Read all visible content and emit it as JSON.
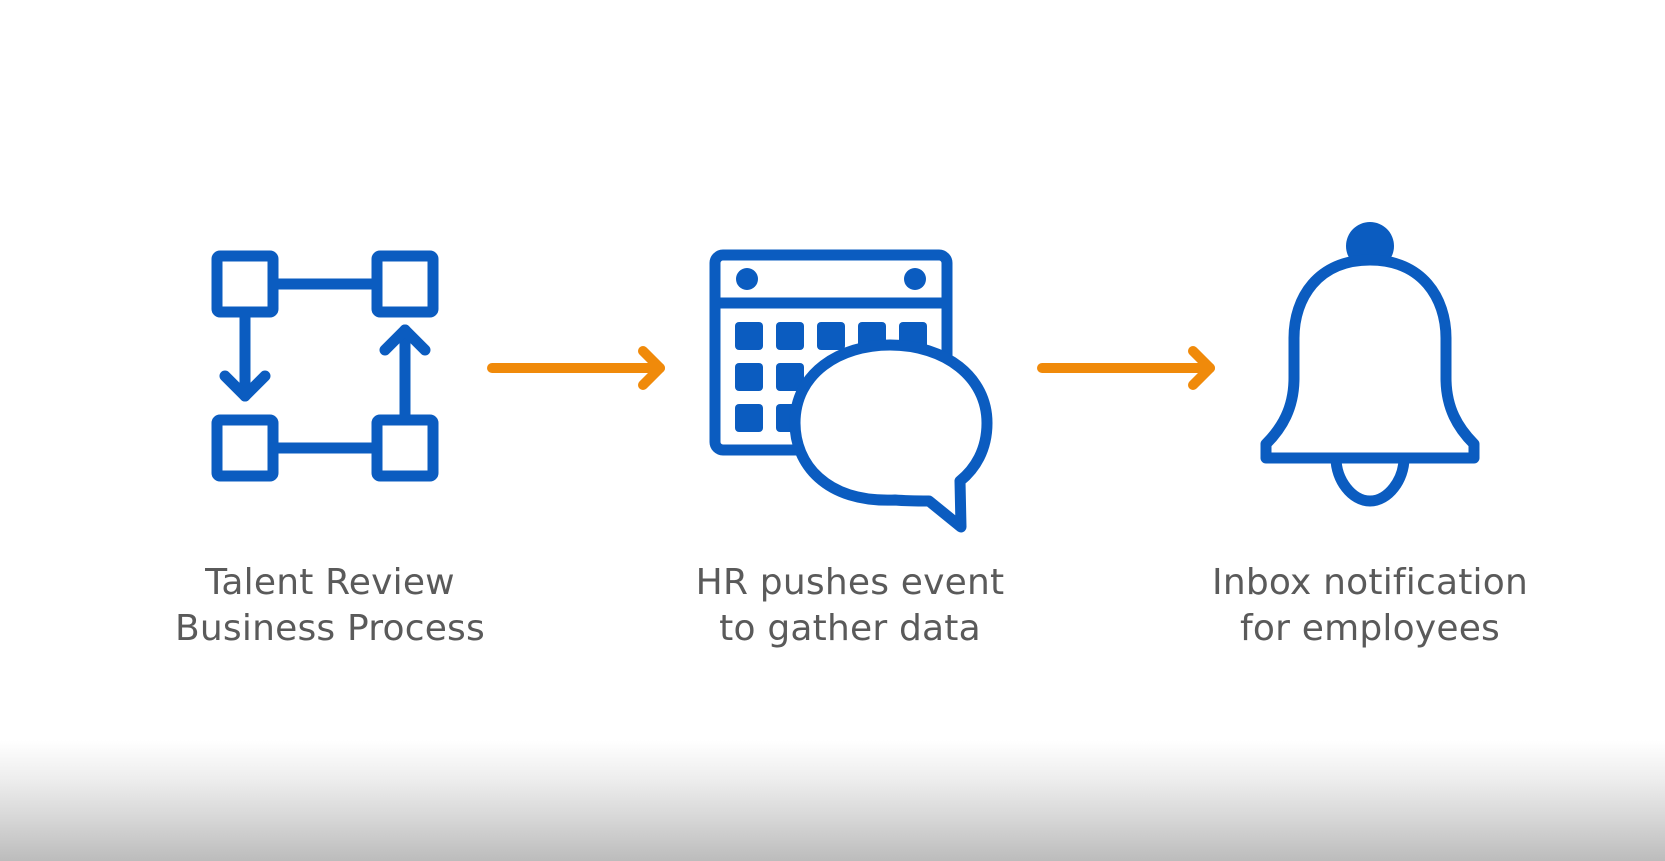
{
  "colors": {
    "icon_blue": "#0b5cc0",
    "arrow_orange": "#f08a0a",
    "text_gray": "#5a5a5a"
  },
  "steps": [
    {
      "icon": "process-flow-icon",
      "label_lines": [
        "Talent Review",
        "Business Process"
      ]
    },
    {
      "icon": "calendar-chat-icon",
      "label_lines": [
        "HR pushes event",
        "to gather data"
      ]
    },
    {
      "icon": "bell-icon",
      "label_lines": [
        "Inbox notification",
        "for employees"
      ]
    }
  ],
  "connectors": [
    "arrow-right-icon",
    "arrow-right-icon"
  ]
}
